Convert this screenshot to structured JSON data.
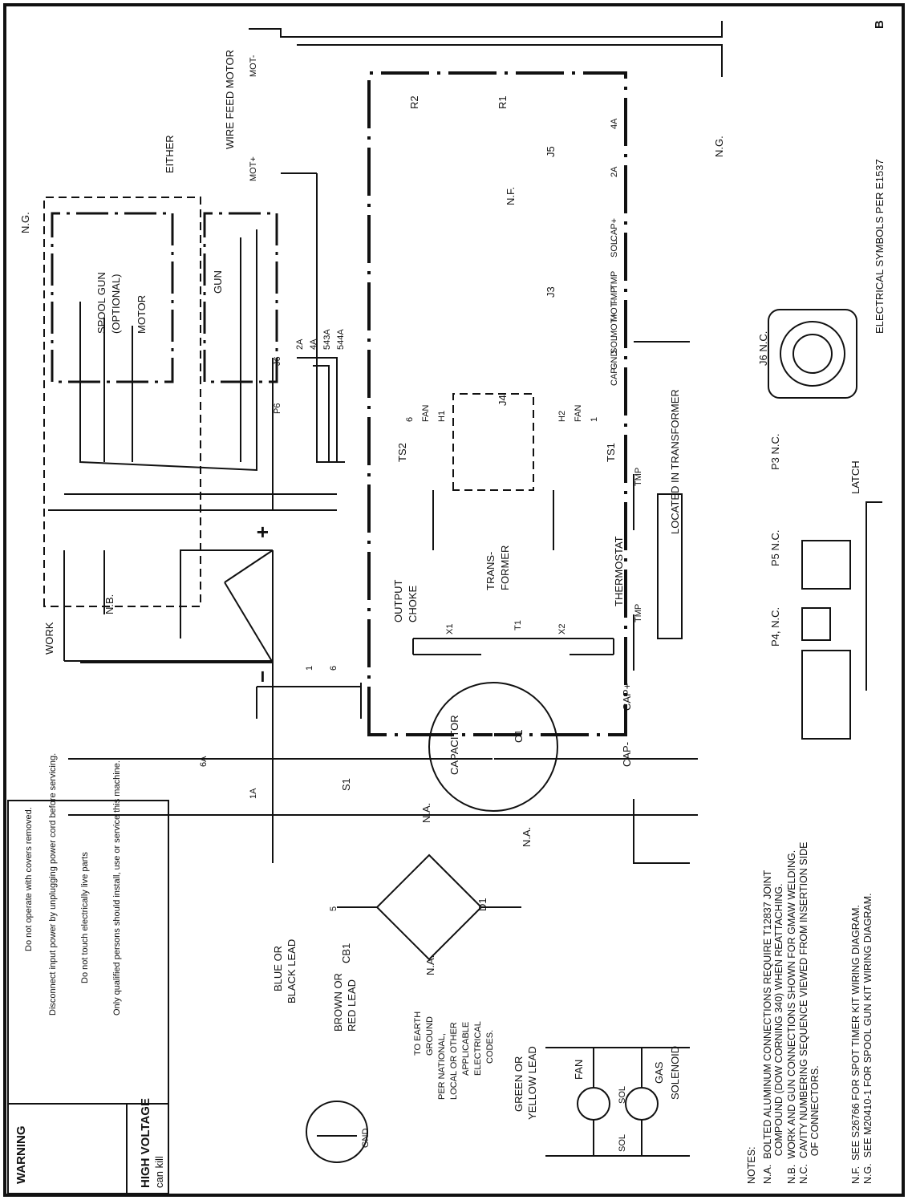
{
  "sheet_letter": "B",
  "warning": {
    "title": "WARNING",
    "subtitle_1": "HIGH VOLTAGE",
    "subtitle_2": "can kill",
    "items": [
      "Do not operate with covers removed.",
      "Disconnect input power by unplugging power cord before servicing.",
      "Do not touch electrically live parts",
      "Only qualified persons should install, use or service this machine."
    ]
  },
  "labels": {
    "either": "EITHER",
    "ng": "N.G.",
    "spool_gun": "SPOOL GUN",
    "optional": "(OPTIONAL)",
    "motor": "MOTOR",
    "gun": "GUN",
    "wire_feed_motor": "WIRE FEED MOTOR",
    "mot_plus": "MOT+",
    "mot_minus": "MOT-",
    "j6": "J6",
    "p6": "P6",
    "w_2a": "2A",
    "w_4a": "4A",
    "w_543a": "543A",
    "w_544a": "544A",
    "r1": "R1",
    "r2": "R2",
    "j5": "J5",
    "j3": "J3",
    "j4": "J4",
    "nf": "N.F.",
    "ts1": "TS1",
    "ts2": "TS2",
    "fan": "FAN",
    "h1": "H1",
    "h2": "H2",
    "t6": "6",
    "t1": "1",
    "plus": "+",
    "minus": "−",
    "nb": "N.B.",
    "work": "WORK",
    "output_choke_1": "OUTPUT",
    "output_choke_2": "CHOKE",
    "transformer_1": "TRANS-",
    "transformer_2": "FORMER",
    "t1_label": "T1",
    "x1": "X1",
    "x2": "X2",
    "capacitor": "CAPACITOR",
    "c1": "C1",
    "cap_plus": "CAP+",
    "cap_minus": "CAP-",
    "na": "N.A.",
    "d1": "D1",
    "s1": "S1",
    "cb1": "CB1",
    "w_6a": "6A",
    "w_1a": "1A",
    "w_5": "5",
    "w_1": "1",
    "w_6": "6",
    "blue_black_1": "BLUE OR",
    "blue_black_2": "BLACK LEAD",
    "brown_red_1": "BROWN OR",
    "brown_red_2": "RED LEAD",
    "ground_text": [
      "TO EARTH",
      "GROUND",
      "PER NATIONAL,",
      "LOCAL OR OTHER",
      "APPLICABLE",
      "ELECTRICAL",
      "CODES."
    ],
    "green_yellow_1": "GREEN OR",
    "green_yellow_2": "YELLOW LEAD",
    "gnd": "GND",
    "fan_word": "FAN",
    "sol": "SOL",
    "gas": "GAS",
    "solenoid": "SOLENOID",
    "thermostat": "THERMOSTAT",
    "tmp": "TMP",
    "located": "LOCATED IN TRANSFORMER",
    "j6_nc": "J6  N.C.",
    "p3_nc": "P3  N.C.",
    "p5_nc": "P5  N.C.",
    "p4_nc": "P4, N.C.",
    "latch": "LATCH",
    "electrical_symbols": "ELECTRICAL SYMBOLS PER E1537",
    "j3_pins": [
      "CAP-",
      "GND",
      "SOL",
      "MOT+",
      "MOT-",
      "TMP",
      "TMP",
      "",
      "SOL",
      "CAP+"
    ],
    "j5_pins": [
      "",
      "",
      "2A",
      "",
      "",
      "4A"
    ]
  },
  "notes": {
    "heading": "NOTES:",
    "na": "N.A.  BOLTED ALUMINUM CONNECTIONS REQUIRE T12837 JOINT\n          COMPOUND (DOW CORNING 340) WHEN REATTACHING.",
    "nb": "N.B.  WORK AND GUN CONNECTIONS SHOWN FOR GMAW WELDING.",
    "nc": "N.C.  CAVITY NUMBERING SEQUENCE VIEWED FROM INSERTION SIDE\n          OF CONNECTORS.",
    "nf": "N.F.  SEE S26766 FOR SPOT TIMER KIT WIRING DIAGRAM.",
    "ng": "N.G.  SEE M20410-1 FOR SPOOL GUN KIT WIRING DIAGRAM."
  }
}
